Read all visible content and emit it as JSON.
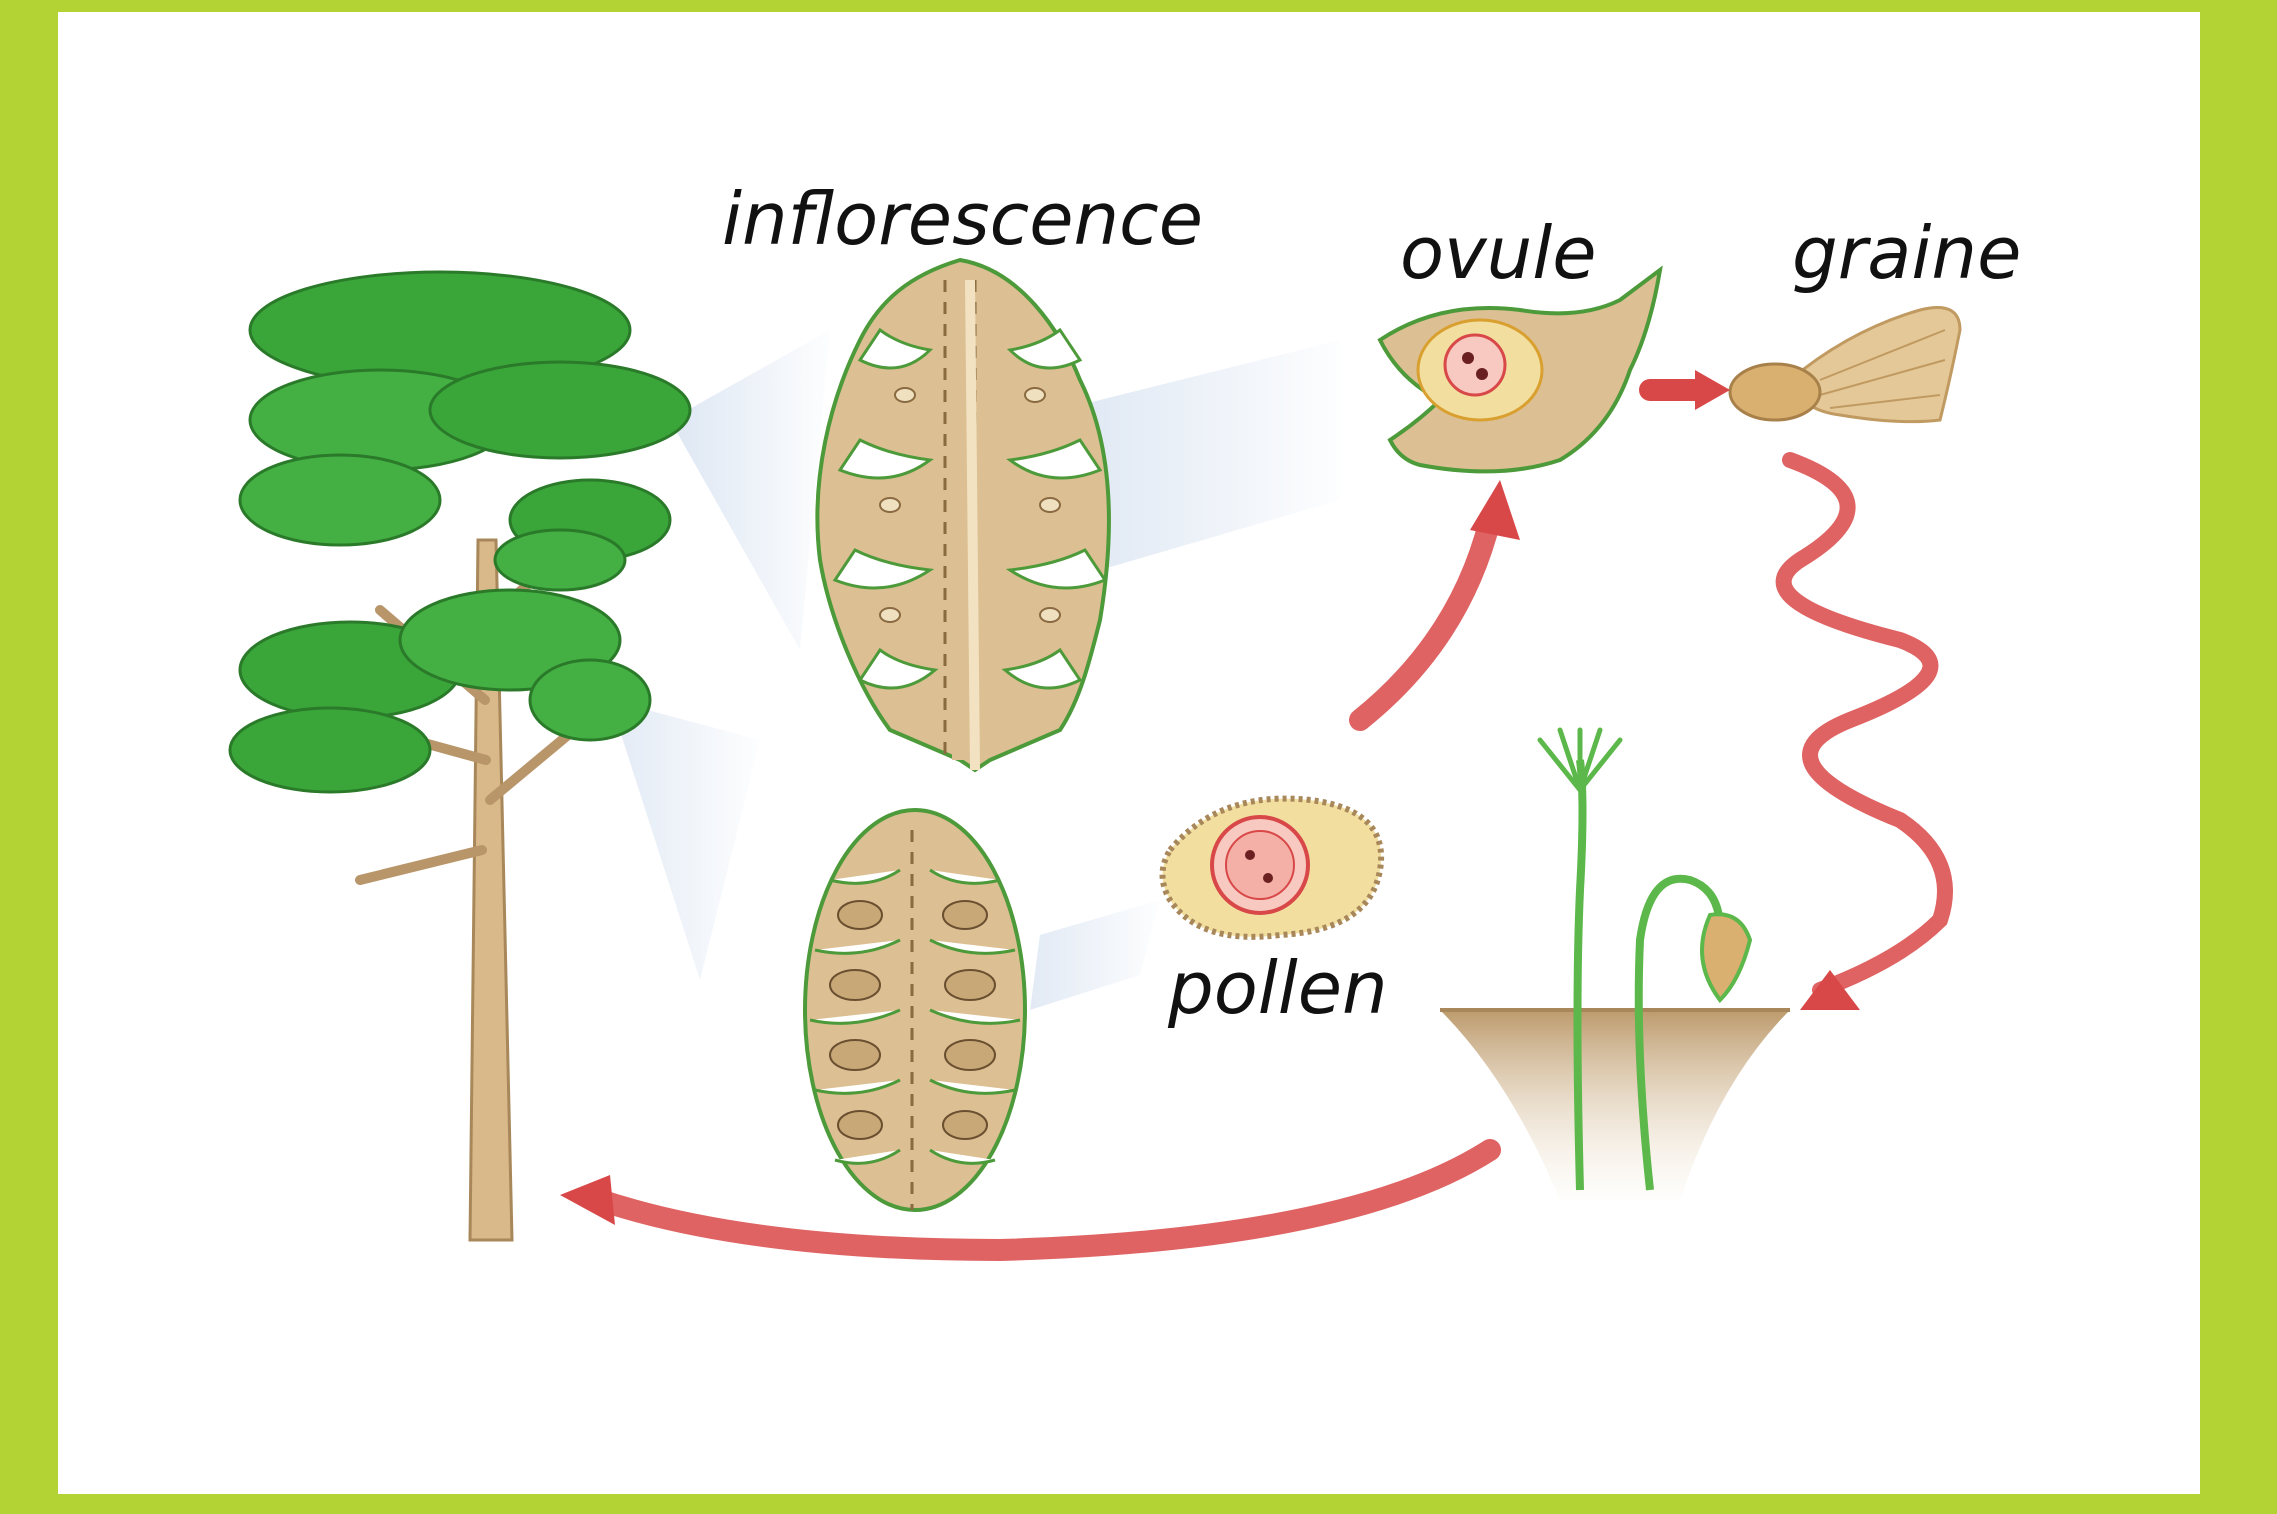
{
  "labels": {
    "inflorescence": "inflorescence",
    "ovule": "ovule",
    "graine": "graine",
    "pollen": "pollen"
  },
  "colors": {
    "border": "#b3d335",
    "background": "#ffffff",
    "foliage": "#3aa63a",
    "trunk": "#d9b98a",
    "tissue": "#dcbf92",
    "outline": "#4d9a3a",
    "arrow": "#d94848",
    "nucleus": "#e88080",
    "pollen_fill": "#f2dfa0",
    "soil": "#c9a878"
  },
  "icons": [
    "pine-tree-icon",
    "female-cone-icon",
    "male-cone-icon",
    "pollen-grain-icon",
    "ovule-icon",
    "seed-icon",
    "seedling-icon"
  ]
}
